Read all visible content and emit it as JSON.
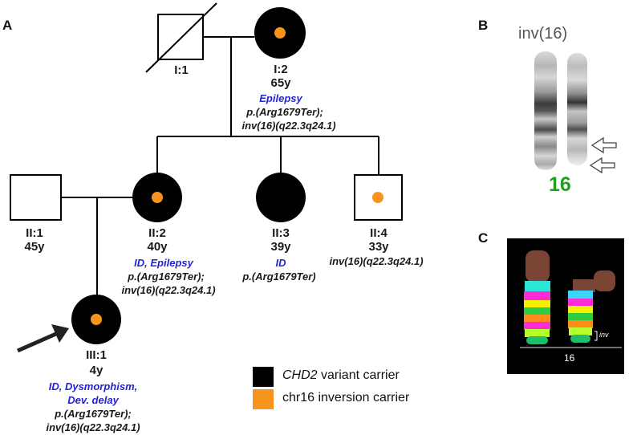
{
  "panels": {
    "a": "A",
    "b": "B",
    "c": "C"
  },
  "pedigree": {
    "I1": {
      "id": "I:1"
    },
    "I2": {
      "id": "I:2",
      "age": "65y",
      "phenotype": "Epilepsy",
      "variant1": "p.(Arg1679Ter);",
      "variant2": "inv(16)(q22.3q24.1)"
    },
    "II1": {
      "id": "II:1",
      "age": "45y"
    },
    "II2": {
      "id": "II:2",
      "age": "40y",
      "phenotype": "ID, Epilepsy",
      "variant1": "p.(Arg1679Ter);",
      "variant2": "inv(16)(q22.3q24.1)"
    },
    "II3": {
      "id": "II:3",
      "age": "39y",
      "phenotype": "ID",
      "variant1": "p.(Arg1679Ter)"
    },
    "II4": {
      "id": "II:4",
      "age": "33y",
      "variant1": "inv(16)(q22.3q24.1)"
    },
    "III1": {
      "id": "III:1",
      "age": "4y",
      "phenotype1": "ID, Dysmorphism,",
      "phenotype2": "Dev. delay",
      "variant1": "p.(Arg1679Ter);",
      "variant2": "inv(16)(q22.3q24.1)"
    }
  },
  "legend": {
    "carrier_gene": "CHD2",
    "carrier_suffix": " variant carrier",
    "inversion": "chr16 inversion carrier"
  },
  "karyotype": {
    "title": "inv(16)",
    "chromosome": "16"
  },
  "mfish": {
    "chromosome": "16",
    "inv_label": "inv"
  },
  "colors": {
    "black": "#000000",
    "orange": "#f7941d",
    "blue": "#2323d6",
    "green": "#1fa01f"
  }
}
